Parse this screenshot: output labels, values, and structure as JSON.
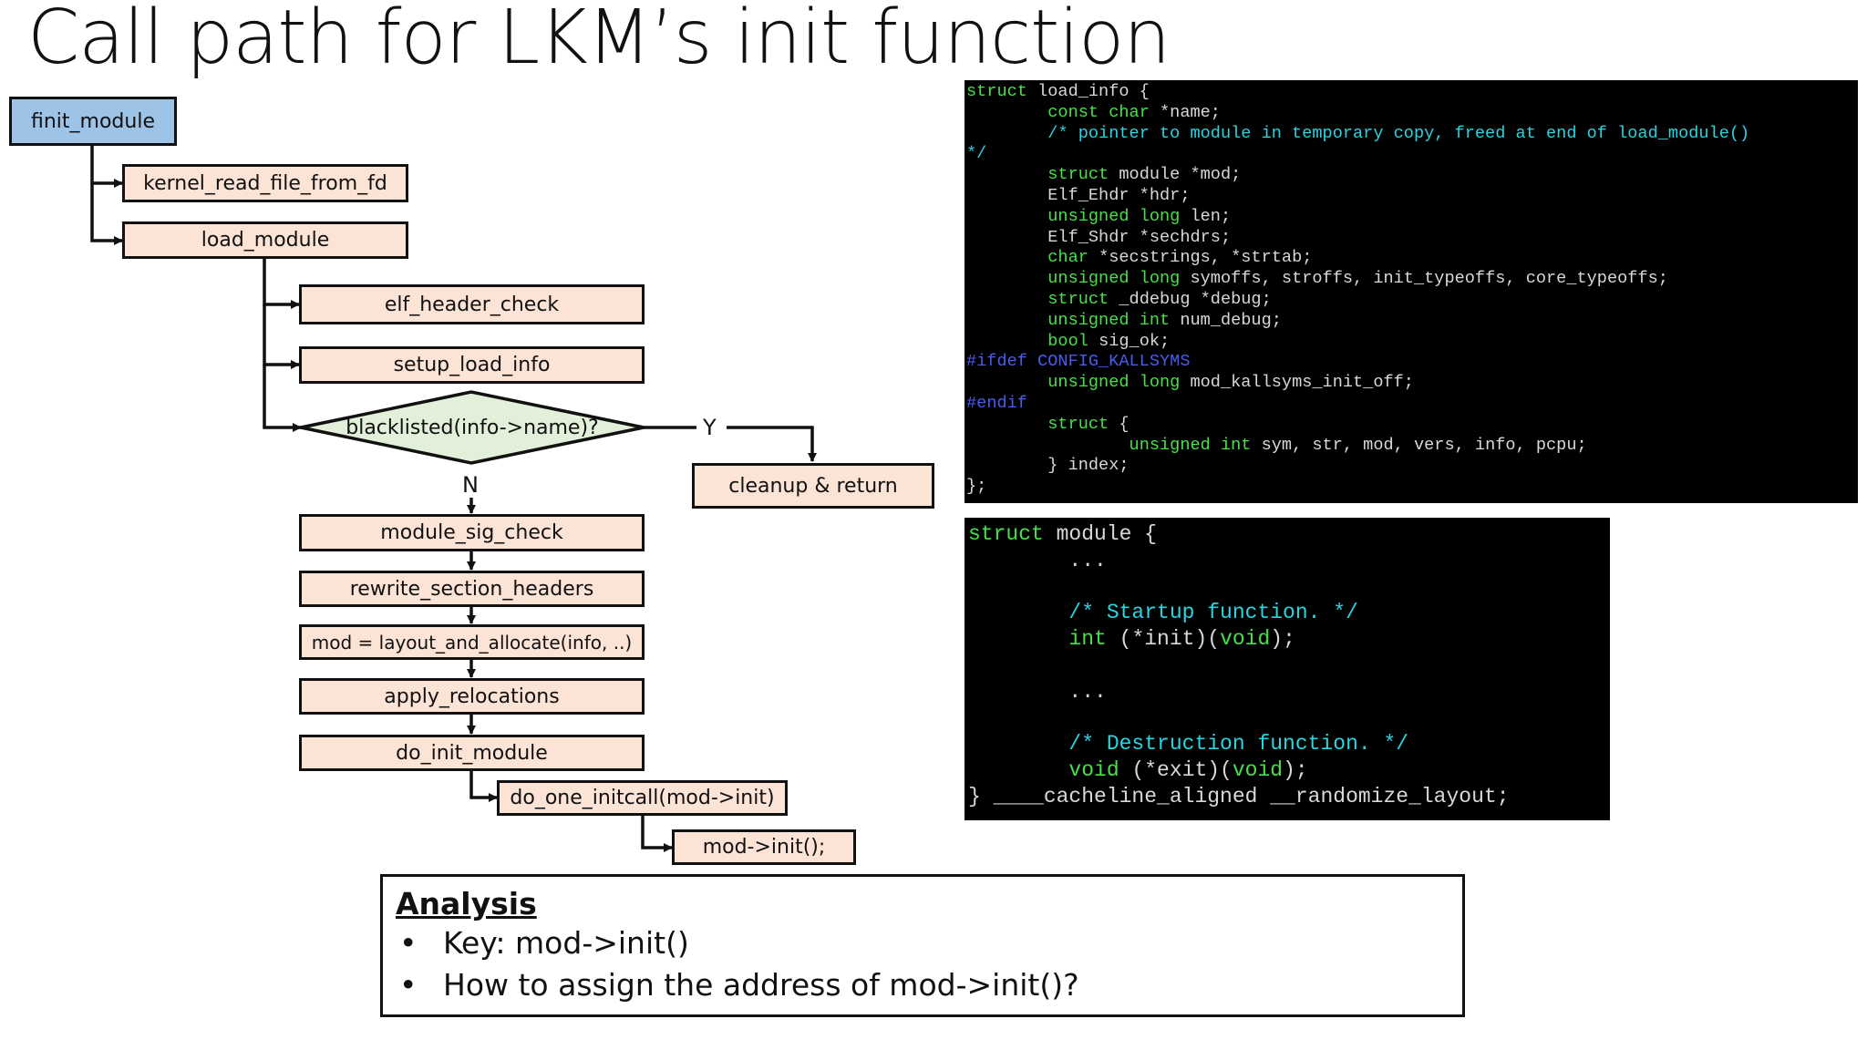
{
  "title": "Call path for LKM’s init function",
  "flow": {
    "finit_module": "finit_module",
    "kernel_read_file_from_fd": "kernel_read_file_from_fd",
    "load_module": "load_module",
    "elf_header_check": "elf_header_check",
    "setup_load_info": "setup_load_info",
    "blacklisted": "blacklisted(info->name)?",
    "yes_label": "Y",
    "no_label": "N",
    "cleanup_return": "cleanup & return",
    "module_sig_check": "module_sig_check",
    "rewrite_section_headers": "rewrite_section_headers",
    "layout_and_allocate": "mod = layout_and_allocate(info, ..)",
    "apply_relocations": "apply_relocations",
    "do_init_module": "do_init_module",
    "do_one_initcall": "do_one_initcall(mod->init)",
    "mod_init_call": "mod->init();"
  },
  "code_load_info": [
    [
      [
        "kw",
        "struct"
      ],
      [
        "tx",
        " load_info {"
      ]
    ],
    [
      [
        "tx",
        "        "
      ],
      [
        "kw",
        "const char"
      ],
      [
        "tx",
        " *name;"
      ]
    ],
    [
      [
        "tx",
        "        "
      ],
      [
        "cm",
        "/* pointer to module in temporary copy, freed at end of load_module()"
      ]
    ],
    [
      [
        "cm",
        "*/"
      ]
    ],
    [
      [
        "tx",
        "        "
      ],
      [
        "kw",
        "struct"
      ],
      [
        "tx",
        " module *mod;"
      ]
    ],
    [
      [
        "tx",
        "        Elf_Ehdr *hdr;"
      ]
    ],
    [
      [
        "tx",
        "        "
      ],
      [
        "kw",
        "unsigned long"
      ],
      [
        "tx",
        " len;"
      ]
    ],
    [
      [
        "tx",
        "        Elf_Shdr *sechdrs;"
      ]
    ],
    [
      [
        "tx",
        "        "
      ],
      [
        "kw",
        "char"
      ],
      [
        "tx",
        " *secstrings, *strtab;"
      ]
    ],
    [
      [
        "tx",
        "        "
      ],
      [
        "kw",
        "unsigned long"
      ],
      [
        "tx",
        " symoffs, stroffs, init_typeoffs, core_typeoffs;"
      ]
    ],
    [
      [
        "tx",
        "        "
      ],
      [
        "kw",
        "struct"
      ],
      [
        "tx",
        " _ddebug *debug;"
      ]
    ],
    [
      [
        "tx",
        "        "
      ],
      [
        "kw",
        "unsigned int"
      ],
      [
        "tx",
        " num_debug;"
      ]
    ],
    [
      [
        "tx",
        "        "
      ],
      [
        "kw",
        "bool"
      ],
      [
        "tx",
        " sig_ok;"
      ]
    ],
    [
      [
        "pp",
        "#ifdef CONFIG_KALLSYMS"
      ]
    ],
    [
      [
        "tx",
        "        "
      ],
      [
        "kw",
        "unsigned long"
      ],
      [
        "tx",
        " mod_kallsyms_init_off;"
      ]
    ],
    [
      [
        "pp",
        "#endif"
      ]
    ],
    [
      [
        "tx",
        "        "
      ],
      [
        "kw",
        "struct"
      ],
      [
        "tx",
        " {"
      ]
    ],
    [
      [
        "tx",
        "                "
      ],
      [
        "kw",
        "unsigned int"
      ],
      [
        "tx",
        " sym, str, mod, vers, info, pcpu;"
      ]
    ],
    [
      [
        "tx",
        "        } index;"
      ]
    ],
    [
      [
        "tx",
        "};"
      ]
    ]
  ],
  "code_module": [
    [
      [
        "kw",
        "struct"
      ],
      [
        "tx",
        " module {"
      ]
    ],
    [
      [
        "tx",
        "        ..."
      ]
    ],
    [
      [
        "tx",
        ""
      ]
    ],
    [
      [
        "tx",
        "        "
      ],
      [
        "cm",
        "/* Startup function. */"
      ]
    ],
    [
      [
        "tx",
        "        "
      ],
      [
        "kw",
        "int"
      ],
      [
        "tx",
        " (*init)("
      ],
      [
        "kw",
        "void"
      ],
      [
        "tx",
        ");"
      ]
    ],
    [
      [
        "tx",
        ""
      ]
    ],
    [
      [
        "tx",
        "        ..."
      ]
    ],
    [
      [
        "tx",
        ""
      ]
    ],
    [
      [
        "tx",
        "        "
      ],
      [
        "cm",
        "/* Destruction function. */"
      ]
    ],
    [
      [
        "tx",
        "        "
      ],
      [
        "kw",
        "void"
      ],
      [
        "tx",
        " (*exit)("
      ],
      [
        "kw",
        "void"
      ],
      [
        "tx",
        ");"
      ]
    ],
    [
      [
        "tx",
        "} ____cacheline_aligned __randomize_layout;"
      ]
    ]
  ],
  "analysis": {
    "heading": "Analysis",
    "bullet_symbol": "•",
    "bullets": [
      "Key: mod->init()",
      "How to assign the address of mod->init()?"
    ]
  },
  "colors": {
    "node_fill": "#fbe3d5",
    "start_fill": "#9dc3e6",
    "diamond_fill": "#e2efd9",
    "code_bg": "#000000",
    "code_keyword": "#48e048",
    "code_comment": "#2ad4e0",
    "code_preprocessor": "#4a5cf0"
  }
}
